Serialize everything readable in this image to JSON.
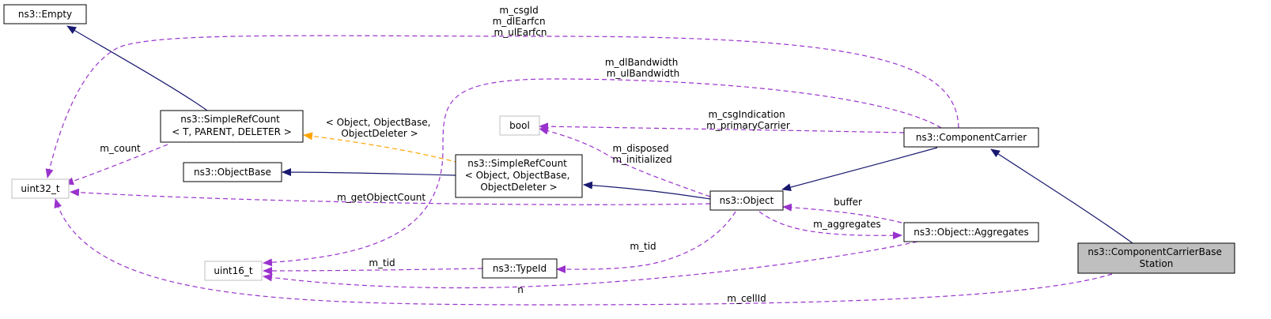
{
  "nodes": {
    "empty": "ns3::Empty",
    "simplerefcount_tpl": [
      "ns3::SimpleRefCount",
      "< T, PARENT, DELETER >"
    ],
    "uint32": "uint32_t",
    "objectbase": "ns3::ObjectBase",
    "simplerefcount_obj": [
      "ns3::SimpleRefCount",
      "< Object, ObjectBase,",
      "ObjectDeleter >"
    ],
    "bool": "bool",
    "object": "ns3::Object",
    "componentcarrier": "ns3::ComponentCarrier",
    "aggregates": "ns3::Object::Aggregates",
    "uint16": "uint16_t",
    "typeid": "ns3::TypeId",
    "ccbs": [
      "ns3::ComponentCarrierBase",
      "Station"
    ]
  },
  "edge_labels": {
    "csg": [
      "m_csgId",
      "m_dlEarfcn",
      "m_ulEarfcn"
    ],
    "bandwidth": [
      "m_dlBandwidth",
      "m_ulBandwidth"
    ],
    "template_args": [
      "< Object, ObjectBase,",
      "ObjectDeleter >"
    ],
    "csg_indication": [
      "m_csgIndication",
      "m_primaryCarrier"
    ],
    "count": "m_count",
    "disposed": [
      "m_disposed",
      "m_initialized"
    ],
    "get_object_count": "m_getObjectCount",
    "buffer": "buffer",
    "aggregates": "m_aggregates",
    "tid_object": "m_tid",
    "tid_typeid": "m_tid",
    "n": "n",
    "cell_id": "m_cellId"
  },
  "colors": {
    "inheritance": "#191970",
    "usage": "#9a32cd",
    "template": "#ffa500",
    "focus_fill": "#bfbfbf"
  }
}
